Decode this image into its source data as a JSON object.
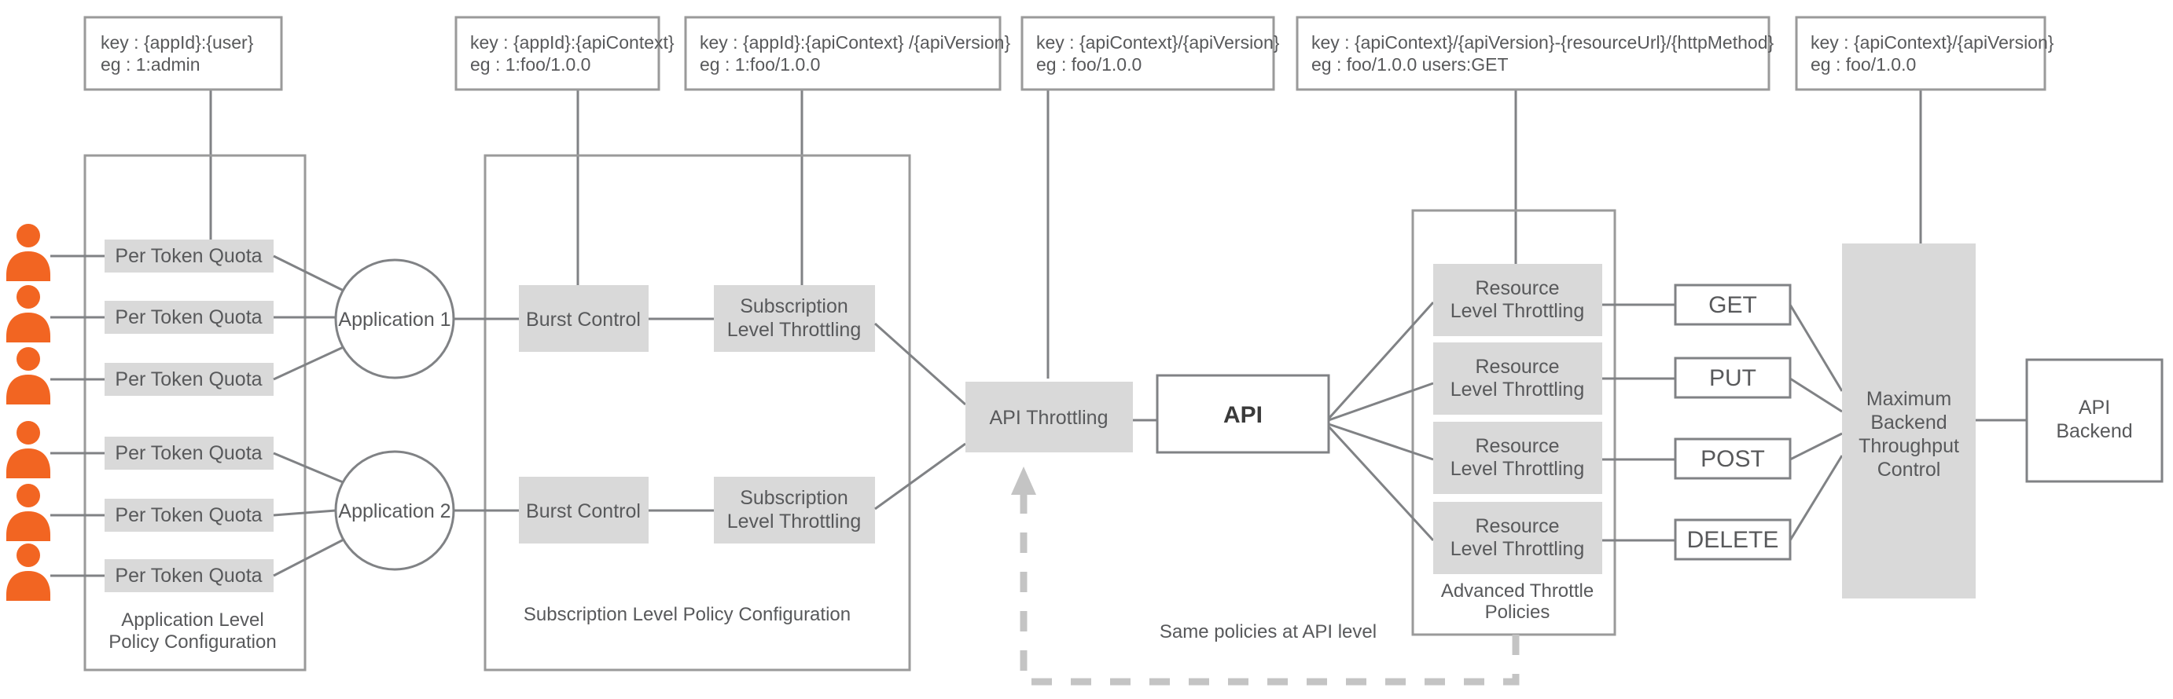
{
  "diagram": {
    "title": "API Manager Throttling Policy Hierarchy",
    "colors": {
      "accent_orange": "#f26522",
      "box_grey": "#d9d9d9",
      "stroke_grey": "#808285",
      "dashed_grey": "#c4c4c4",
      "text_grey": "#58595b"
    }
  },
  "notes": [
    {
      "id": "note-per-token-quota",
      "key_line": "key : {appId}:{user}",
      "eg_line": "eg : 1:admin"
    },
    {
      "id": "note-burst-control",
      "key_line": "key : {appId}:{apiContext}",
      "eg_line": "eg : 1:foo/1.0.0"
    },
    {
      "id": "note-subscription-level-throttling",
      "key_line": "key : {appId}:{apiContext} /{apiVersion}",
      "eg_line": "eg : 1:foo/1.0.0"
    },
    {
      "id": "note-api-throttling",
      "key_line": "key : {apiContext}/{apiVersion}",
      "eg_line": "eg : foo/1.0.0"
    },
    {
      "id": "note-resource-level-throttling",
      "key_line": "key : {apiContext}/{apiVersion}-{resourceUrl}/{httpMethod}",
      "eg_line": "eg : foo/1.0.0 users:GET"
    },
    {
      "id": "note-max-backend-throughput",
      "key_line": "key : {apiContext}/{apiVersion}",
      "eg_line": "eg : foo/1.0.0"
    }
  ],
  "application_level": {
    "caption_line1": "Application Level",
    "caption_line2": "Policy Configuration",
    "quota_boxes": [
      {
        "label": "Per Token Quota"
      },
      {
        "label": "Per Token Quota"
      },
      {
        "label": "Per Token Quota"
      },
      {
        "label": "Per Token Quota"
      },
      {
        "label": "Per Token Quota"
      },
      {
        "label": "Per Token Quota"
      }
    ],
    "users": [
      {
        "name": "user-1"
      },
      {
        "name": "user-2"
      },
      {
        "name": "user-3"
      },
      {
        "name": "user-4"
      },
      {
        "name": "user-5"
      },
      {
        "name": "user-6"
      }
    ],
    "applications": [
      {
        "label": "Application 1"
      },
      {
        "label": "Application 2"
      }
    ]
  },
  "subscription_level": {
    "caption": "Subscription Level Policy Configuration",
    "rows": [
      {
        "burst_label": "Burst Control",
        "throttling_line1": "Subscription",
        "throttling_line2": "Level Throttling"
      },
      {
        "burst_label": "Burst Control",
        "throttling_line1": "Subscription",
        "throttling_line2": "Level Throttling"
      }
    ]
  },
  "api_level": {
    "api_throttling_label": "API Throttling",
    "api_label": "API",
    "same_policies_label": "Same policies at API level"
  },
  "advanced_throttle": {
    "caption_line1": "Advanced Throttle",
    "caption_line2": "Policies",
    "resources": [
      {
        "line1": "Resource",
        "line2": "Level Throttling",
        "method": "GET"
      },
      {
        "line1": "Resource",
        "line2": "Level Throttling",
        "method": "PUT"
      },
      {
        "line1": "Resource",
        "line2": "Level Throttling",
        "method": "POST"
      },
      {
        "line1": "Resource",
        "line2": "Level Throttling",
        "method": "DELETE"
      }
    ]
  },
  "backend": {
    "max_throughput_line1": "Maximum",
    "max_throughput_line2": "Backend",
    "max_throughput_line3": "Throughput",
    "max_throughput_line4": "Control",
    "api_backend_line1": "API",
    "api_backend_line2": "Backend"
  }
}
